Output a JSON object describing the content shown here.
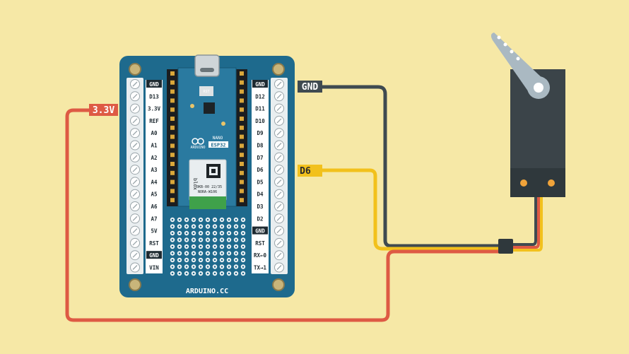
{
  "left_labels": [
    "GND",
    "D13",
    "3.3V",
    "REF",
    "A0",
    "A1",
    "A2",
    "A3",
    "A4",
    "A5",
    "A6",
    "A7",
    "5V",
    "RST",
    "GND",
    "VIN"
  ],
  "right_labels": [
    "GND",
    "D12",
    "D11",
    "D10",
    "D9",
    "D8",
    "D7",
    "D6",
    "D5",
    "D4",
    "D3",
    "D2",
    "GND",
    "RST",
    "RX←0",
    "TX→1"
  ],
  "board": {
    "brand": "ARDUINO.CC",
    "nano_logo": "ARDUINO",
    "nano_name": "NANO",
    "nano_variant": "ESP32",
    "module_brand": "blox",
    "module_line1": "0KB-00 22/35",
    "module_line2": "NORA-W106"
  },
  "wire_labels": {
    "gnd": "GND",
    "signal": "D6",
    "power": "3.3V"
  },
  "colors": {
    "background": "#f6e8a6",
    "board": "#1e6a8d",
    "power_wire": "#de5a44",
    "signal_wire": "#f2c11c",
    "gnd_wire": "#3f4a50",
    "servo_body": "#3b4449",
    "servo_horn": "#aab9c2"
  }
}
